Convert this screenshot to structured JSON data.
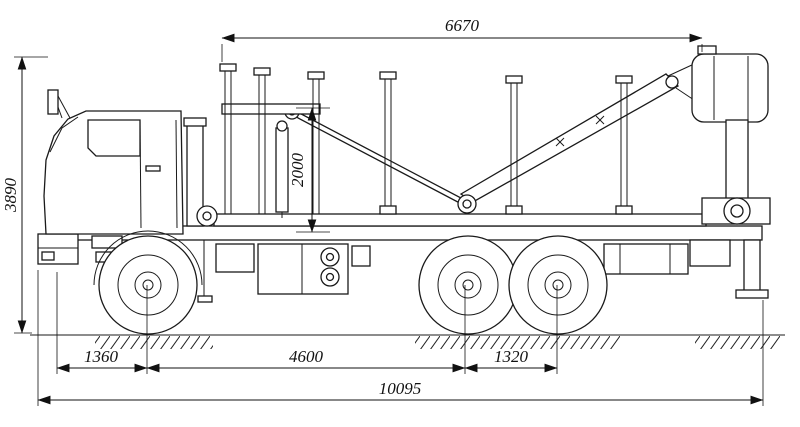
{
  "drawing": {
    "dim_top_span": "6670",
    "dim_overall_height": "3890",
    "dim_bunk_height": "2000",
    "dim_front_axle_offset": "1360",
    "dim_wheelbase": "4600",
    "dim_rear_bogie": "1320",
    "dim_overall_length": "10095"
  }
}
